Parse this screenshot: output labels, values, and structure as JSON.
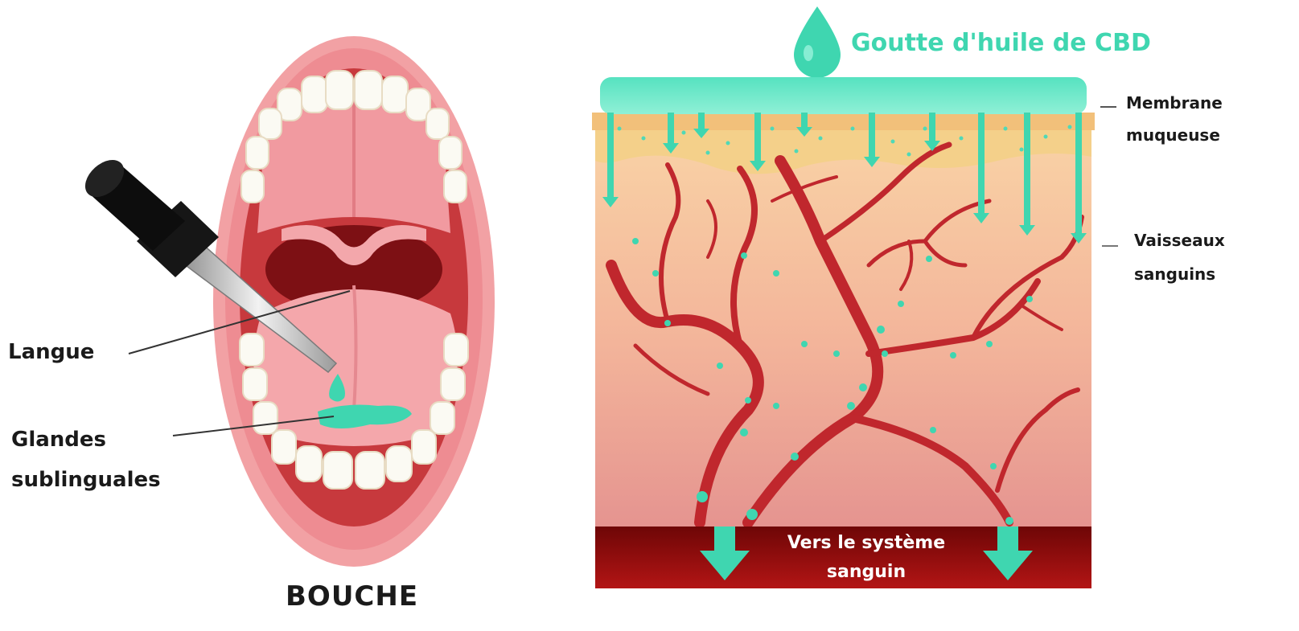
{
  "mouth": {
    "label_tongue": "Langue",
    "label_glands_line1": "Glandes",
    "label_glands_line2": "sublinguales",
    "title": "BOUCHE"
  },
  "absorption": {
    "drop_label": "Goutte d'huile de CBD",
    "membrane_line1": "Membrane",
    "membrane_line2": "muqueuse",
    "vessels_line1": "Vaisseaux",
    "vessels_line2": "sanguins",
    "bloodstream_line1": "Vers le système",
    "bloodstream_line2": "sanguin"
  },
  "colors": {
    "cbd": "#3fd6b0",
    "oil_layer": "#4fe0bd",
    "membrane": "#f4d08a",
    "tissue_top": "#f8cfa0",
    "tissue_bottom": "#e79a92",
    "vessel": "#c0272d",
    "blood": "#8c0c0c",
    "lip": "#ef8f95",
    "mouth_inside": "#c83a3e",
    "teeth": "#fbfaf3",
    "dropper": "#111111"
  }
}
